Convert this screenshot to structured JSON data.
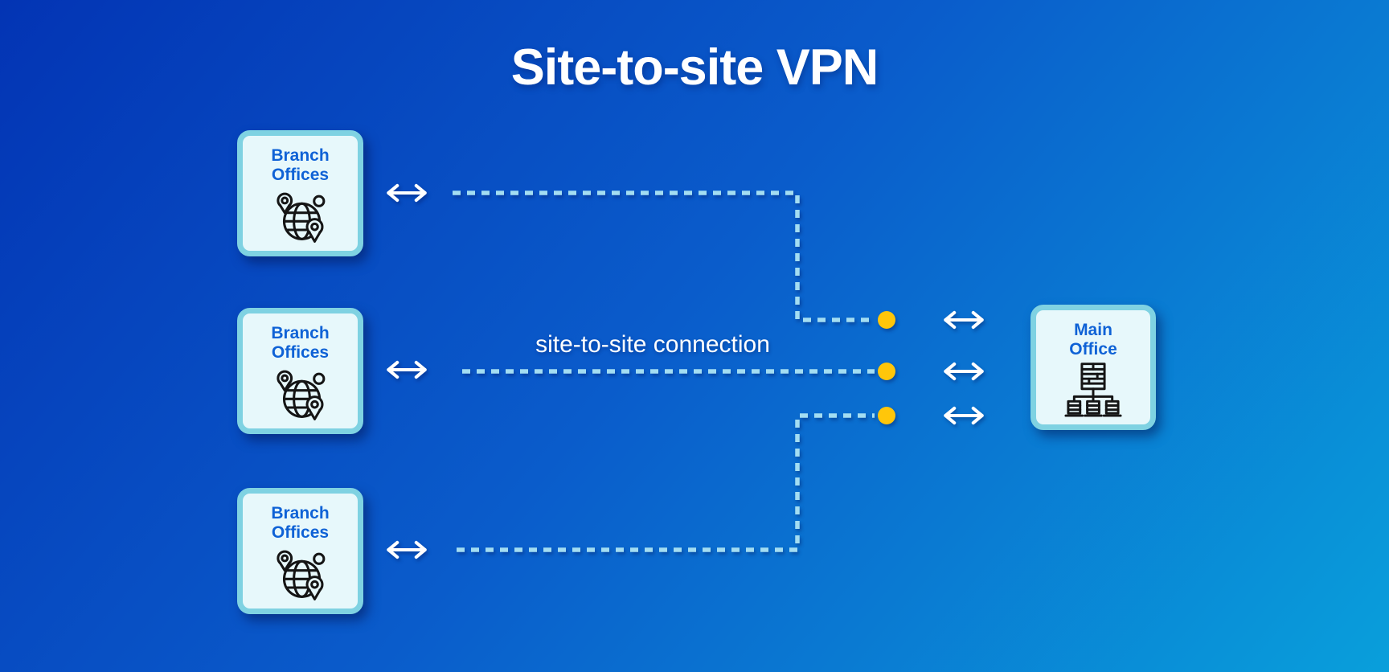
{
  "title": "Site-to-site VPN",
  "connection_label": "site-to-site connection",
  "branches": [
    {
      "label_line1": "Branch",
      "label_line2": "Offices",
      "icon": "globe-location-pins-icon"
    },
    {
      "label_line1": "Branch",
      "label_line2": "Offices",
      "icon": "globe-location-pins-icon"
    },
    {
      "label_line1": "Branch",
      "label_line2": "Offices",
      "icon": "globe-location-pins-icon"
    }
  ],
  "main_office": {
    "label_line1": "Main",
    "label_line2": "Office",
    "icon": "network-hierarchy-icon"
  },
  "connections": [
    {
      "from": "branch-office-1",
      "to": "main-office",
      "style": "dashed-elbow"
    },
    {
      "from": "branch-office-2",
      "to": "main-office",
      "style": "dashed-straight"
    },
    {
      "from": "branch-office-3",
      "to": "main-office",
      "style": "dashed-elbow"
    }
  ],
  "colors": {
    "bg_gradient_start": "#0334b4",
    "bg_gradient_mid": "#0a5ccb",
    "bg_gradient_end": "#099fdb",
    "node_fill": "#e7f8fb",
    "node_border": "#7fd2e2",
    "node_label_text": "#0f62d6",
    "icon_stroke": "#151515",
    "dashed_line": "#a3ddf2",
    "endpoint_dot": "#ffc60a",
    "arrow": "#ffffff",
    "title_text": "#ffffff"
  }
}
